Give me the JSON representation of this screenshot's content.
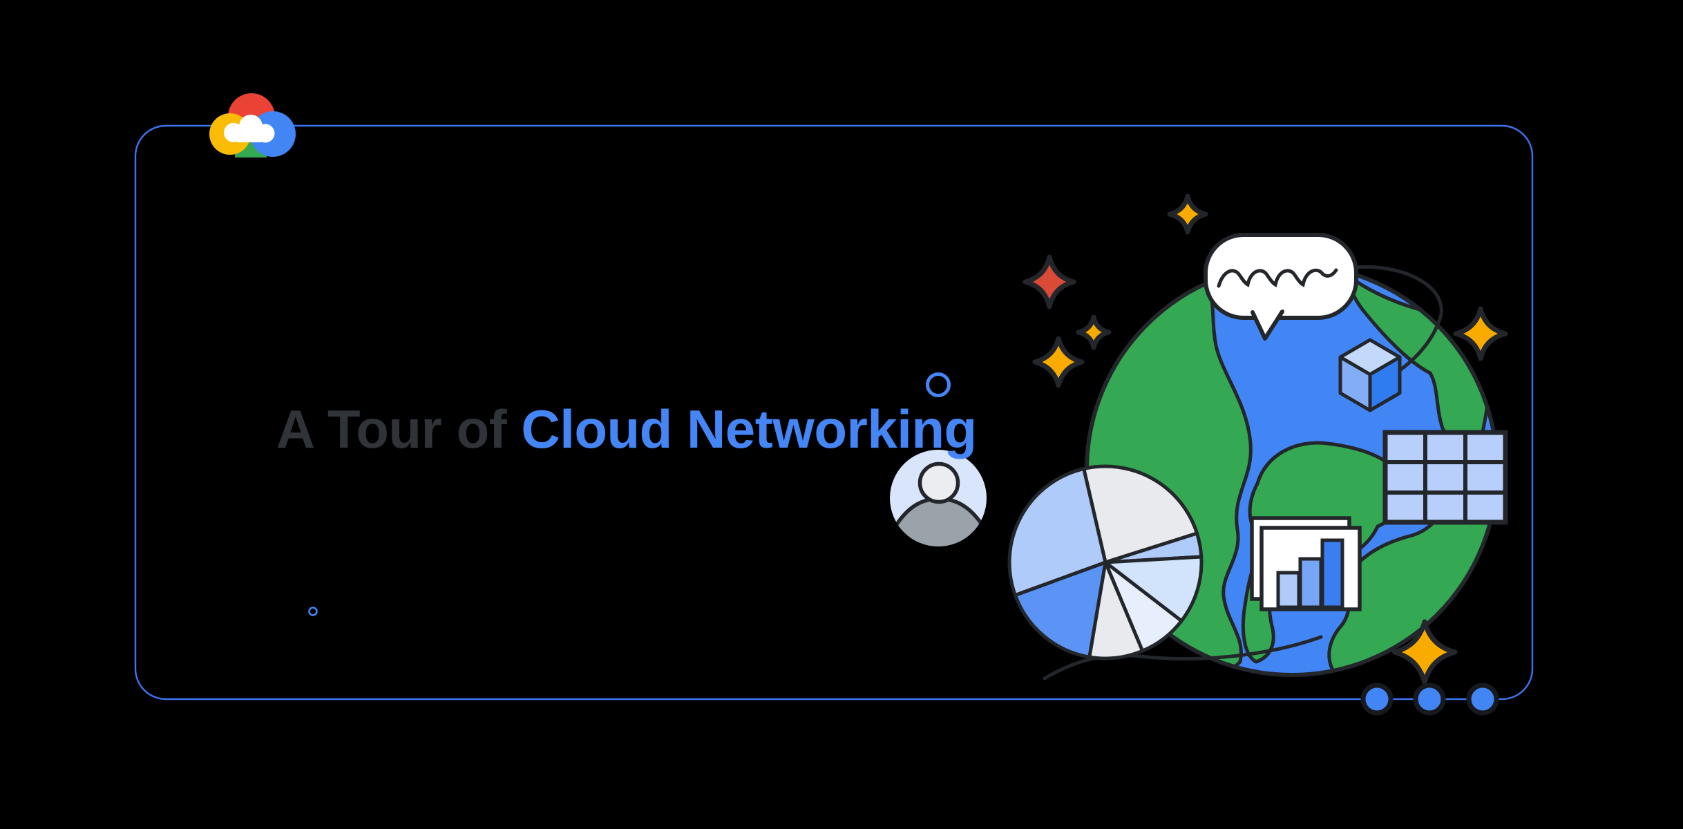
{
  "slide": {
    "background": "#000000",
    "border_color": "#3e74f0",
    "title": {
      "prefix": "A Tour of ",
      "highlight": "Cloud Networking"
    },
    "title_prefix_color": "#303338",
    "title_highlight_color": "#4586f6"
  },
  "logo": {
    "label": "Google Cloud",
    "red": "#ea4335",
    "blue": "#4285f4",
    "green": "#34a853",
    "yellow": "#fbbc05",
    "cloud_fill": "#ffffff"
  },
  "illustration": {
    "outline_color": "#23262a",
    "globe": {
      "ocean": "#4285f4",
      "land": "#34a853"
    },
    "speech_bubble": {
      "fill": "#ffffff"
    },
    "cube": {
      "top": "#c3d9fb",
      "left": "#84adf7",
      "right": "#2f7cf0"
    },
    "panel_grid": {
      "rows": 3,
      "cols": 3,
      "cell": "#b7cffa"
    },
    "chart_doc": {
      "page": "#ffffff",
      "bars": [
        "#aecbfa",
        "#76a6f5",
        "#3b7ef2"
      ]
    },
    "pie": {
      "slices": [
        {
          "color": "#e8eaed",
          "from_deg": 103,
          "to_deg": 17.6
        },
        {
          "color": "#aecbfa",
          "from_deg": 17.6,
          "to_deg": 3.3
        },
        {
          "color": "#d2e3fc",
          "from_deg": 3.3,
          "to_deg": -37.6
        },
        {
          "color": "#e7effd",
          "from_deg": -37.6,
          "to_deg": -67.3
        },
        {
          "color": "#e8eaed",
          "from_deg": -67.3,
          "to_deg": -99.6
        },
        {
          "color": "#5b94f5",
          "from_deg": -99.6,
          "to_deg": -160
        },
        {
          "color": "#aecbfa",
          "from_deg": -160,
          "to_deg": -257
        }
      ]
    },
    "avatar": {
      "bg": "#d8e5fb",
      "head": "#ebedf0",
      "body": "#9aa2aa"
    },
    "sparkles": {
      "red": "#d94a37",
      "yellow": "#f9ab00"
    },
    "decor_ring_color": "#4486f5"
  },
  "pagination": {
    "dot_count": 3,
    "dot_fill": "#4285f4",
    "dot_outline": "#17191d"
  }
}
